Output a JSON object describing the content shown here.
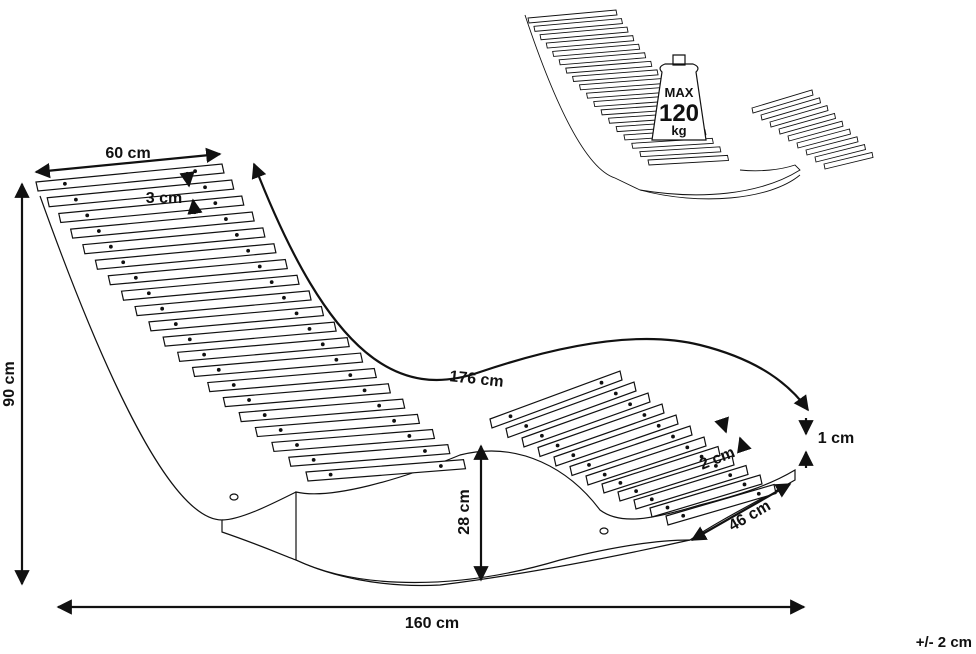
{
  "dimensions": {
    "seat_width": "60 cm",
    "slat_gap": "3 cm",
    "height": "90 cm",
    "curve_length": "176 cm",
    "foot_thickness": "1 cm",
    "foot_gap": "2 cm",
    "foot_width": "46 cm",
    "under_clearance": "28 cm",
    "total_length": "160 cm"
  },
  "tolerance": "+/- 2 cm",
  "weight_badge": {
    "line1": "MAX",
    "line2": "120",
    "line3": "kg"
  },
  "colors": {
    "line": "#111111",
    "background": "#ffffff"
  }
}
